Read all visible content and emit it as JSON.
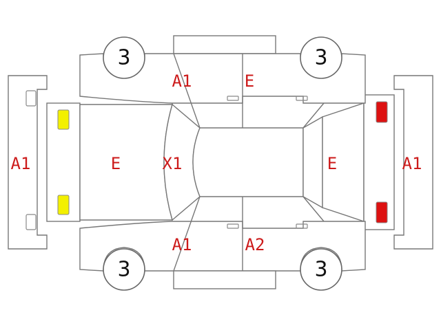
{
  "colors": {
    "code_text": "#cc1a1a",
    "line": "#777777",
    "front_lamp": "#f3f000",
    "rear_lamp": "#dd1111"
  },
  "tires": {
    "front_left": "3",
    "rear_left": "3",
    "front_right": "3",
    "rear_right": "3"
  },
  "damage_codes": {
    "front_bumper": "A1",
    "hood": "E",
    "windshield": "X1",
    "top_front_door": "A1",
    "top_rear_door": "E",
    "bottom_front_door": "A1",
    "bottom_rear_door": "A2",
    "trunk": "E",
    "rear_bumper": "A1"
  }
}
